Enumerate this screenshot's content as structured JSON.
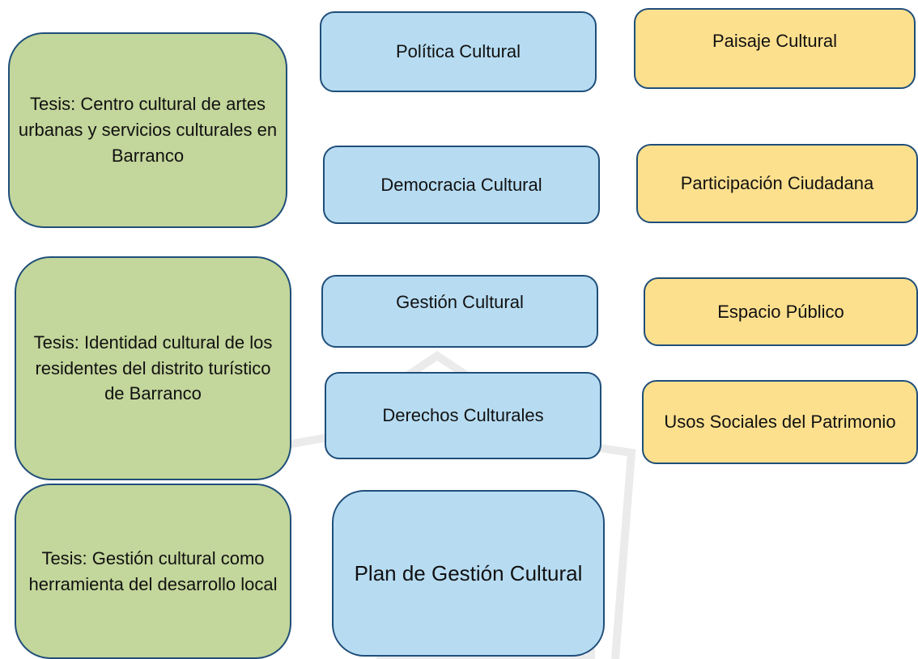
{
  "diagram": {
    "theses": [
      "Tesis: Centro cultural de artes urbanas y servicios culturales en Barranco",
      "Tesis: Identidad cultural de los residentes del distrito turístico de Barranco",
      "Tesis: Gestión cultural como herramienta del desarrollo local"
    ],
    "concepts": [
      "Política Cultural",
      "Democracia Cultural",
      "Gestión Cultural",
      "Derechos Culturales",
      "Plan de Gestión Cultural"
    ],
    "topics": [
      "Paisaje Cultural",
      "Participación Ciudadana",
      "Espacio Público",
      "Usos Sociales del Patrimonio"
    ]
  },
  "colors": {
    "green_fill": "#c3d69b",
    "blue_fill": "#b7dcf2",
    "yellow_fill": "#fde08e",
    "border": "#1f4e79"
  }
}
